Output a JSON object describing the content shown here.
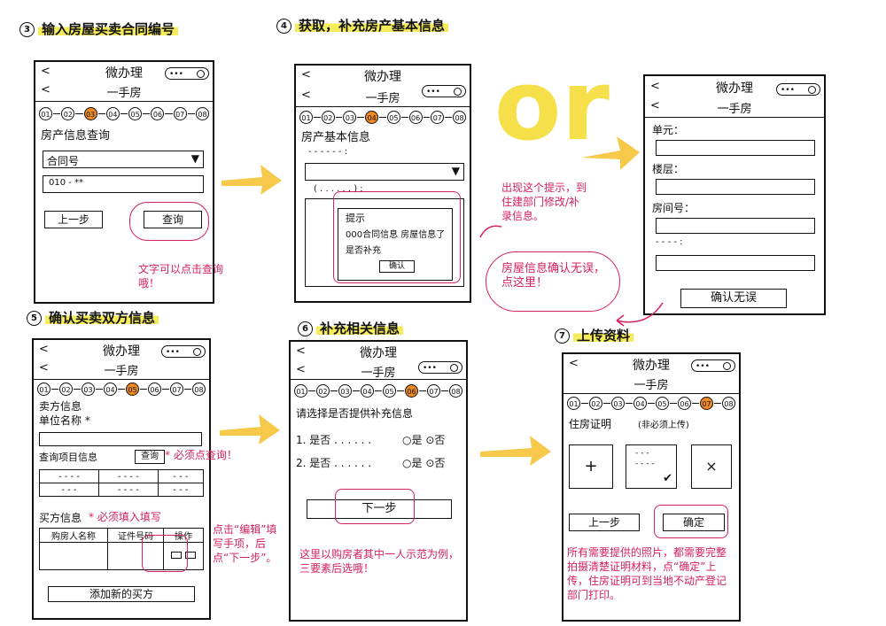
{
  "steps": {
    "s1": {
      "num": "3",
      "label": "输入房屋买卖合同编号"
    },
    "s2": {
      "num": "4",
      "label": "获取，补充房产基本信息"
    },
    "s3": {
      "num": "5",
      "label": "确认买卖双方信息"
    },
    "s4": {
      "num": "6",
      "label": "补充相关信息"
    },
    "s5": {
      "num": "7",
      "label": "上传资料"
    }
  },
  "app": {
    "title": "微办理",
    "subtitle": "一手房",
    "back": "<",
    "capsule": "•••"
  },
  "circles_all": [
    "01",
    "02",
    "03",
    "04",
    "05",
    "06",
    "07",
    "08"
  ],
  "p1": {
    "heading": "房产信息查询",
    "select_value": "合同号",
    "input_value": "010 - **",
    "prev_label": "上一步",
    "query_label": "查询",
    "note": "文字可以点击查询哦！",
    "active": 2
  },
  "p2": {
    "heading": "房产基本信息",
    "dots1": "- - - - - - :",
    "dots2": "( . . . . . . ) :",
    "dialog_title": "提示",
    "dialog_line1": "000合同信息 房屋信息了",
    "dialog_line2": "是否补充",
    "dialog_btn": "确认",
    "active": 3
  },
  "or_word": "or",
  "mid_note1": "出现这个提示，到住建部门修改/补录信息。",
  "mid_note2": "房屋信息确认无误，点这里！",
  "p3": {
    "f1": "单元：",
    "f2": "楼层：",
    "f3": "房间号：",
    "f4": "- - - - :",
    "confirm": "确认无误"
  },
  "p4": {
    "heading": "卖方信息",
    "sub": "单位名称 *",
    "query_label": "查询项目信息",
    "query_btn": "查询",
    "note_query": "* 必须点查询！",
    "buyer_label": "买方信息",
    "note_buyer": "* 必须填入填写",
    "col1": "购房人名称",
    "col2": "证件号码",
    "col3": "操作",
    "add_label": "添加新的买方",
    "note_side": "点击“编辑”填写手项，后点“下一步”。",
    "active": 4
  },
  "p5": {
    "heading": "请选择是否提供补充信息",
    "q1": "1. 是否 . . . . . .",
    "q2": "2. 是否 . . . . . .",
    "yes": "是",
    "no": "否",
    "next": "下一步",
    "note": "这里以购房者其中一人示范为例，三要素后选哦！",
    "active": 5
  },
  "p6": {
    "heading": "住房证明",
    "hint": "(非必须上传)",
    "plus": "+",
    "close": "×",
    "prev": "上一步",
    "ok": "确定",
    "note": "所有需要提供的照片，都需要完整拍摄清楚证明材料，点“确定”上传，住房证明可到当地不动产登记部门打印。",
    "active": 6
  },
  "colors": {
    "accent": "#f08a24",
    "red": "#d6205f",
    "highlight": "#f6ec5a",
    "arrow": "#f7c94a"
  }
}
